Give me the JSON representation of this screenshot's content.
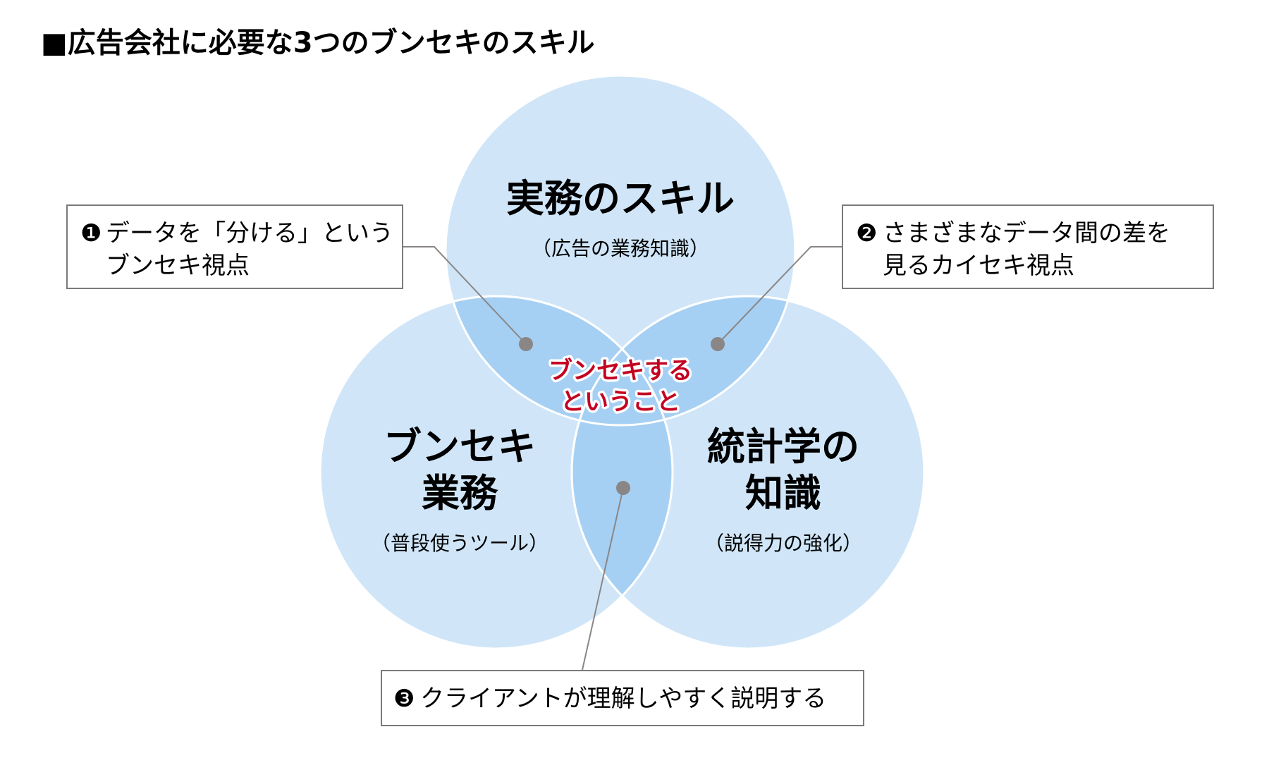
{
  "title": "■広告会社に必要な3つのブンセキのスキル",
  "colors": {
    "circle_fill": "#d0e6f8",
    "overlap_fill": "#a6d0f3",
    "accent_red": "#c40020",
    "leader_gray": "#8a8686"
  },
  "circles": {
    "top": {
      "title_lines": [
        "実務のスキル"
      ],
      "subtitle": "（広告の業務知識）"
    },
    "left": {
      "title_lines": [
        "ブンセキ",
        "業務"
      ],
      "subtitle": "（普段使うツール）"
    },
    "right": {
      "title_lines": [
        "統計学の",
        "知識"
      ],
      "subtitle": "（説得力の強化）"
    }
  },
  "center": {
    "lines": [
      "ブンセキする",
      "ということ"
    ]
  },
  "callouts": [
    {
      "marker": "❶",
      "lines": [
        "データを「分ける」という",
        "ブンセキ視点"
      ]
    },
    {
      "marker": "❷",
      "lines": [
        "さまざまなデータ間の差を",
        "見るカイセキ視点"
      ]
    },
    {
      "marker": "❸",
      "lines": [
        "クライアントが理解しやすく説明する"
      ]
    }
  ]
}
